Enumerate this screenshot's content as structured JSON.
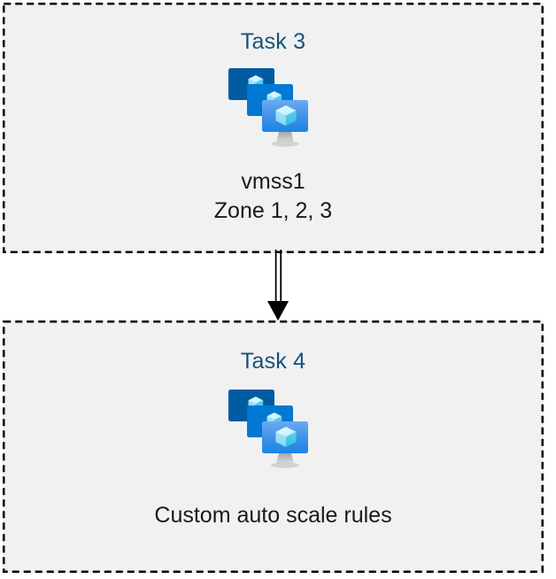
{
  "diagram": {
    "type": "vertical-flow",
    "background": "#FFFFFF",
    "box_fill": "#F1F1F1",
    "box_border": "#000000",
    "border_style": "dashed",
    "title_color": "#15527E",
    "caption_color": "#1A1A1A",
    "connector_color": "#000000"
  },
  "boxes": [
    {
      "title": "Task 3",
      "icon": "azure-vm-scale-set-icon",
      "caption": "vmss1",
      "caption_sub": "Zone 1, 2, 3"
    },
    {
      "title": "Task 4",
      "icon": "azure-vm-scale-set-icon",
      "caption": "Custom auto scale rules",
      "caption_sub": ""
    }
  ],
  "connector": {
    "name": "double-line-arrow",
    "direction": "down",
    "from": "Task 3",
    "to": "Task 4"
  },
  "icon_colors": {
    "screen_back": "#005BA1",
    "screen_middle": "#0078D4",
    "screen_front_top": "#5EA0EF",
    "screen_front_bottom": "#1B86E3",
    "cube_light": "#C3F1FF",
    "cube_mid": "#9CEBFF",
    "cube_dark": "#32BEDD",
    "stand": "#B3B3B3"
  }
}
